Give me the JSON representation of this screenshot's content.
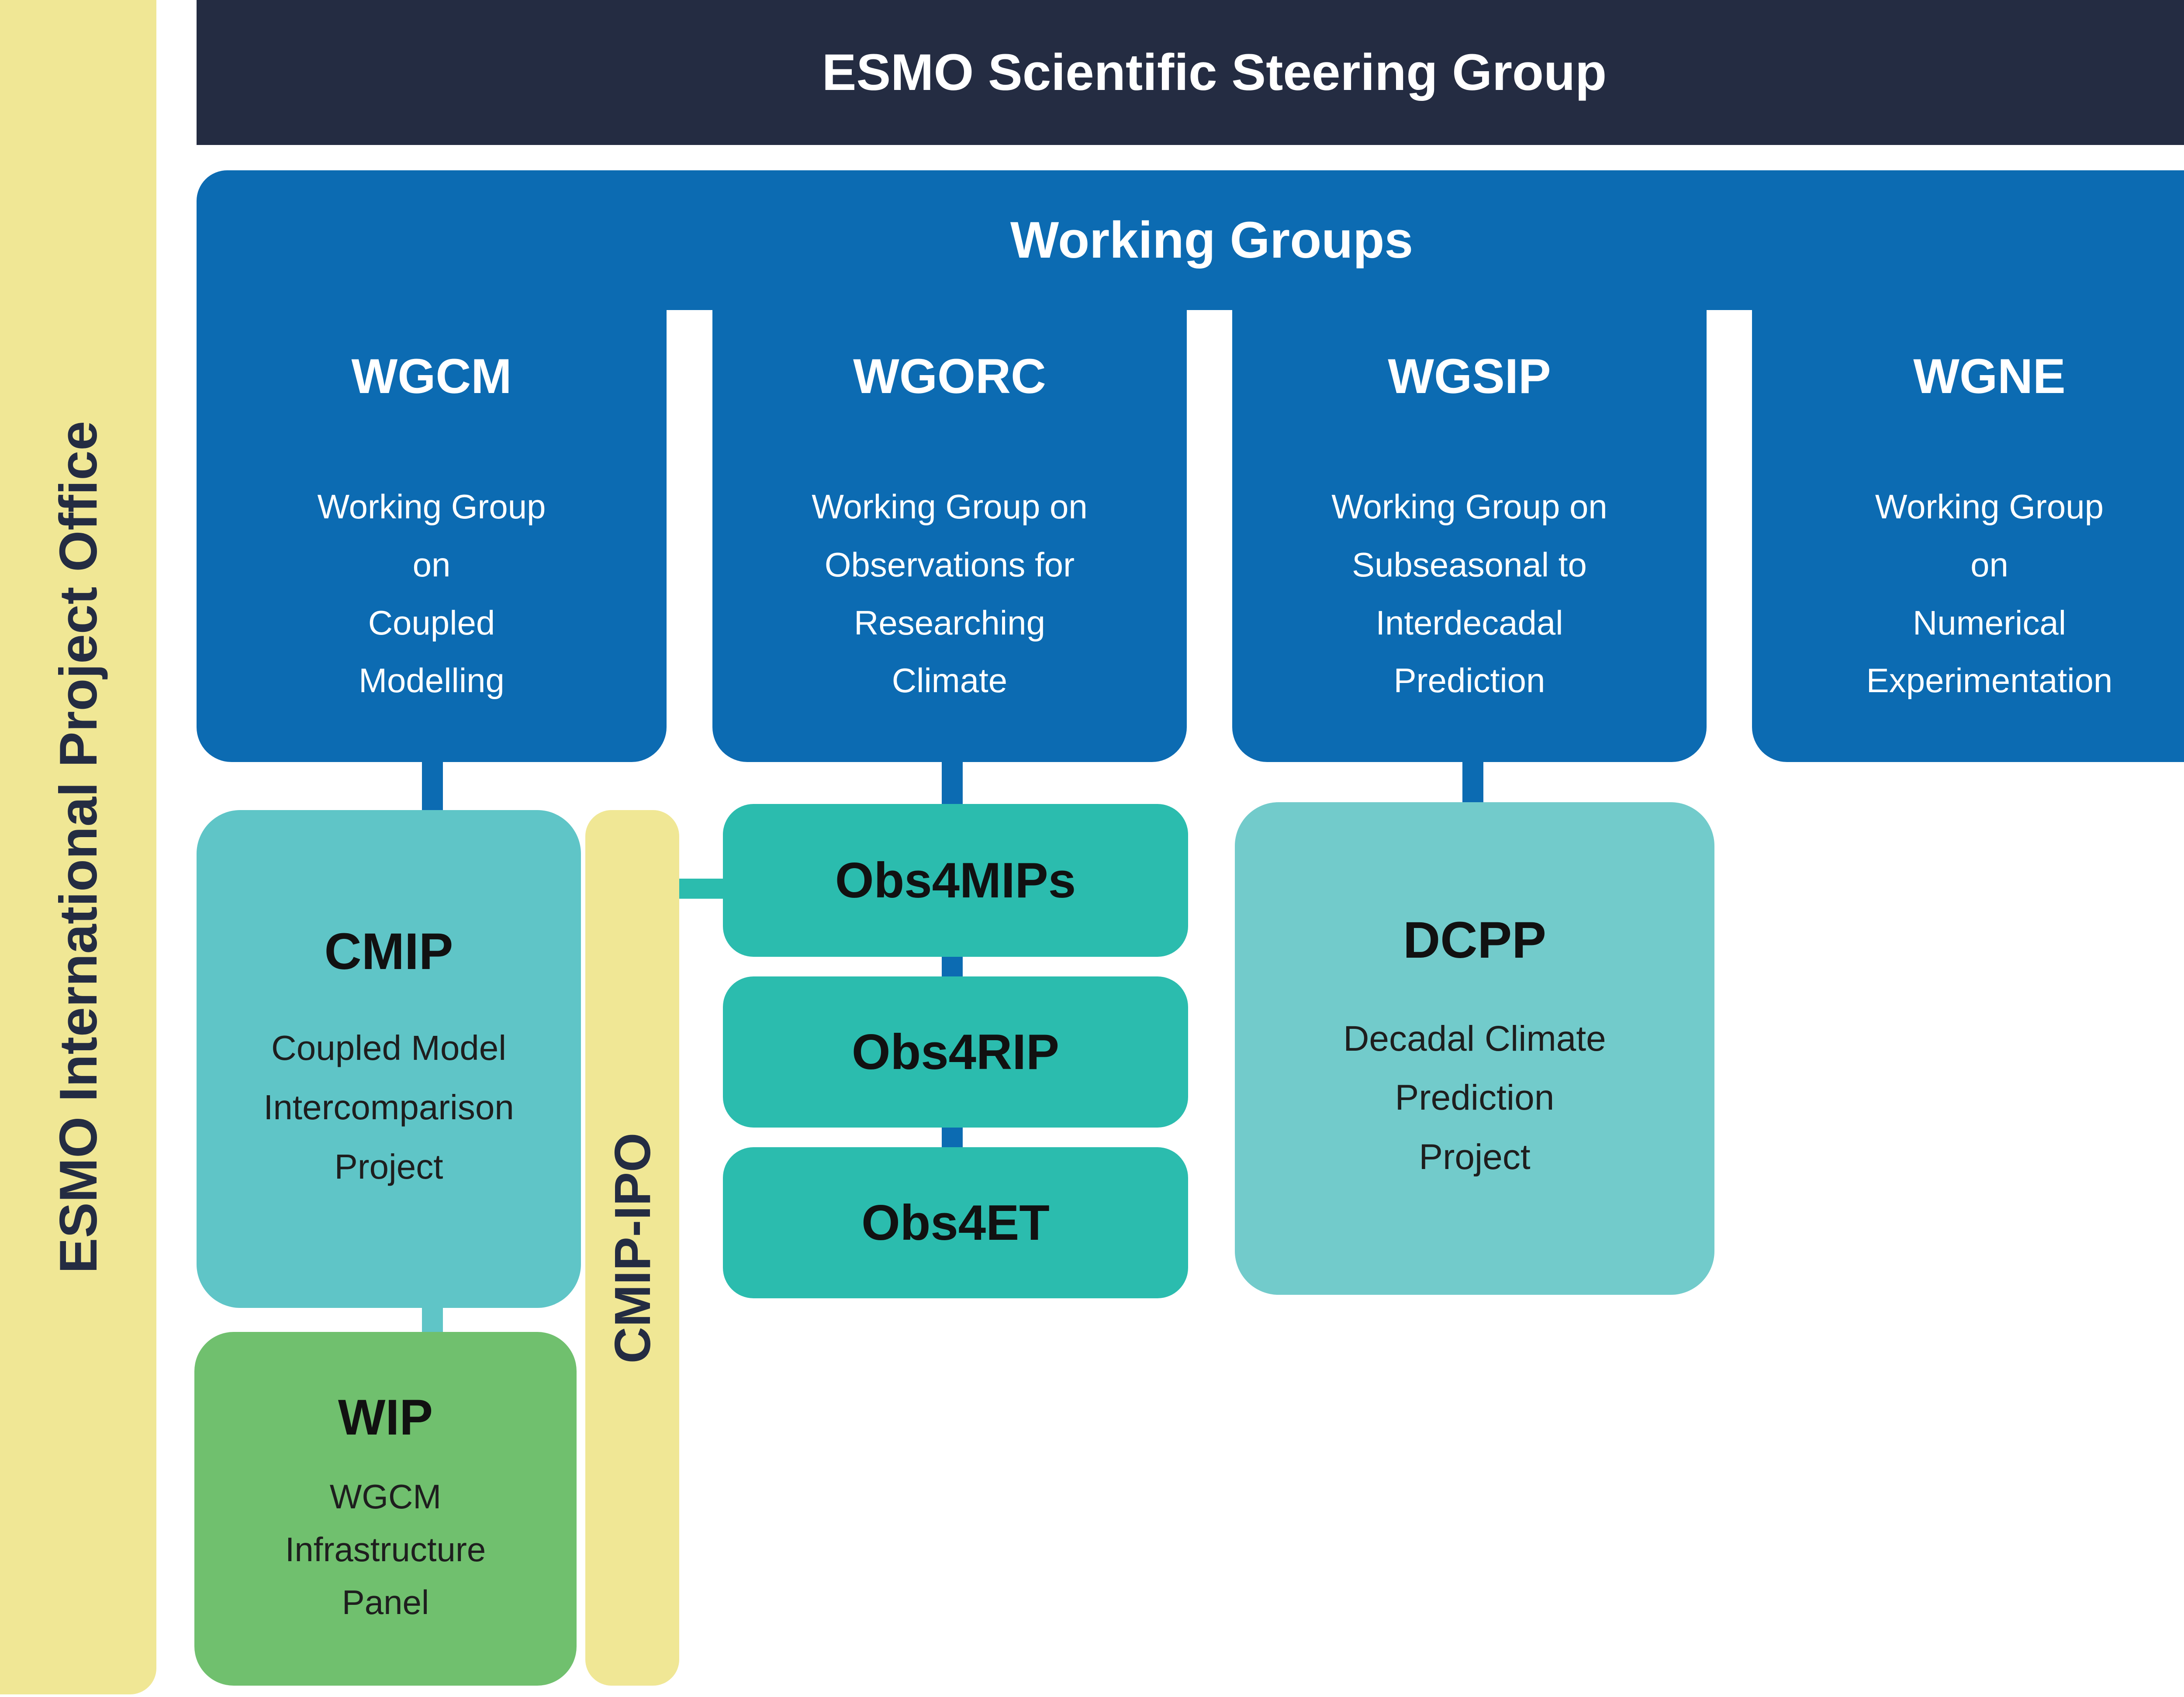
{
  "palette": {
    "navy": "#242C42",
    "blue": "#0C6BB2",
    "teal_light": "#5FC5C7",
    "teal_deep": "#2BBCAE",
    "dcpp_teal": "#72CBCB",
    "green": "#70C06E",
    "yellow": "#F0E795",
    "ink": "#111111",
    "body_ink": "#1E1E1E"
  },
  "sidebar": {
    "label": "ESMO International Project Office"
  },
  "header": {
    "title": "ESMO Scientific Steering Group"
  },
  "working_groups": {
    "title": "Working Groups",
    "groups": [
      {
        "acronym": "WGCM",
        "description": "Working Group\non\nCoupled\nModelling"
      },
      {
        "acronym": "WGORC",
        "description": "Working Group on\nObservations for\nResearching\nClimate"
      },
      {
        "acronym": "WGSIP",
        "description": "Working Group on\nSubseasonal to\nInterdecadal\nPrediction"
      },
      {
        "acronym": "WGNE",
        "description": "Working Group\non\nNumerical\nExperimentation"
      }
    ]
  },
  "projects": {
    "cmip": {
      "acronym": "CMIP",
      "description": "Coupled Model\nIntercomparison\nProject"
    },
    "cmip_ipo": {
      "label": "CMIP-IPO"
    },
    "wip": {
      "acronym": "WIP",
      "description": "WGCM\nInfrastructure\nPanel"
    },
    "obs": [
      {
        "label": "Obs4MIPs"
      },
      {
        "label": "Obs4RIP"
      },
      {
        "label": "Obs4ET"
      }
    ],
    "dcpp": {
      "acronym": "DCPP",
      "description": "Decadal Climate\nPrediction\nProject"
    }
  }
}
